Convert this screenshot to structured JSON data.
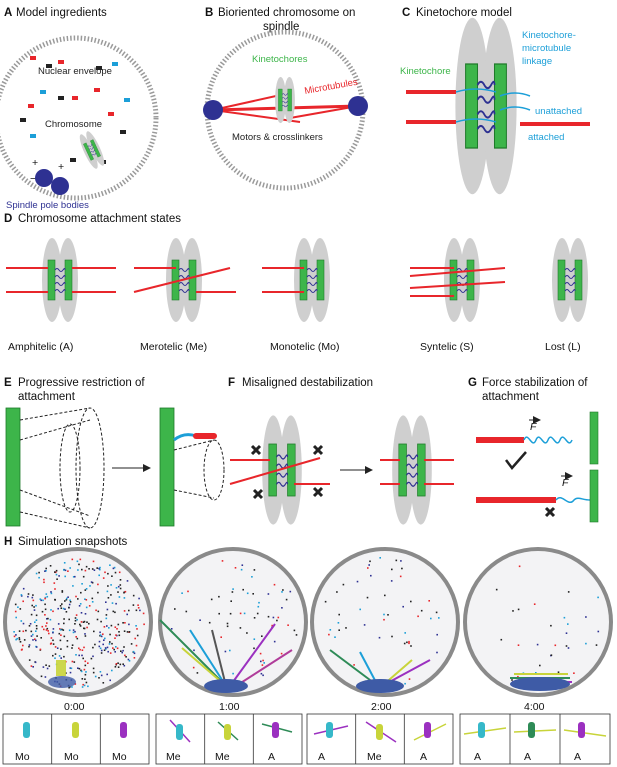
{
  "panels": {
    "A": {
      "letter": "A",
      "title": "Model ingredients",
      "nuclear_envelope": "Nuclear envelope",
      "chromosome": "Chromosome",
      "spb": "Spindle pole bodies",
      "plus": "+",
      "minus": "−"
    },
    "B": {
      "letter": "B",
      "title_line1": "Bioriented chromosome on",
      "title_line2": "spindle",
      "kinetochores": "Kinetochores",
      "microtubules": "Microtubules",
      "motors": "Motors & crosslinkers"
    },
    "C": {
      "letter": "C",
      "title": "Kinetochore model",
      "kinetochore": "Kinetochore",
      "linkage_line1": "Kinetochore-",
      "linkage_line2": "microtubule",
      "linkage_line3": "linkage",
      "unattached": "unattached",
      "attached": "attached"
    },
    "D": {
      "letter": "D",
      "title": "Chromosome attachment states",
      "states": [
        "Amphitelic (A)",
        "Merotelic (Me)",
        "Monotelic (Mo)",
        "Syntelic (S)",
        "Lost (L)"
      ]
    },
    "E": {
      "letter": "E",
      "title_line1": "Progressive restriction of",
      "title_line2": "attachment"
    },
    "F": {
      "letter": "F",
      "title": "Misaligned destabilization"
    },
    "G": {
      "letter": "G",
      "title_line1": "Force stabilization of",
      "title_line2": "attachment",
      "force": "F"
    },
    "H": {
      "letter": "H",
      "title": "Simulation snapshots",
      "times": [
        "0:00",
        "1:00",
        "2:00",
        "4:00"
      ],
      "states": [
        "Mo",
        "Mo",
        "Mo",
        "Me",
        "Me",
        "A",
        "A",
        "Me",
        "A",
        "A",
        "A",
        "A"
      ]
    }
  },
  "colors": {
    "kinetochore_green": "#3db54a",
    "chromatid_gray": "#d0d0d0",
    "microtubule_red": "#e8262b",
    "linkage_blue": "#1c9fd8",
    "spb_navy": "#2e3192",
    "envelope_gray": "#9a9a9a"
  }
}
